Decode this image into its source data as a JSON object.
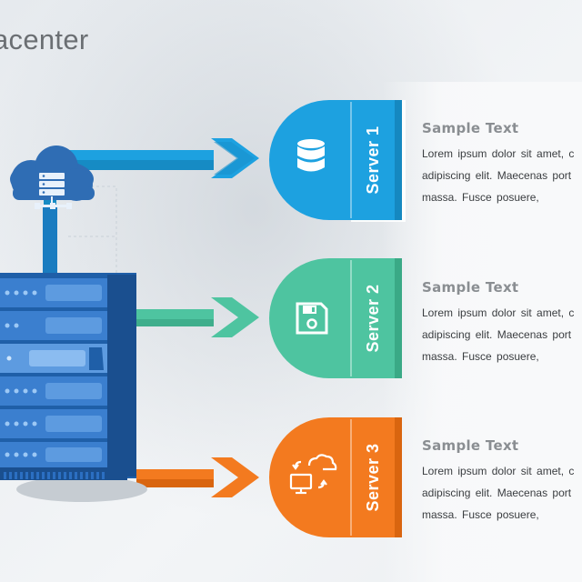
{
  "slide": {
    "title": "acenter"
  },
  "servers": [
    {
      "label": "Server 1",
      "icon": "database-icon",
      "color": "#1da1e0",
      "heading": "Sample Text",
      "body_lines": [
        "Lorem ipsum dolor sit amet, c",
        "adipiscing elit. Maecenas port",
        "massa. Fusce posuere,"
      ]
    },
    {
      "label": "Server 2",
      "icon": "floppy-disk-icon",
      "color": "#4ec4a0",
      "heading": "Sample Text",
      "body_lines": [
        "Lorem ipsum dolor sit amet, c",
        "adipiscing elit. Maecenas port",
        "massa. Fusce posuere,"
      ]
    },
    {
      "label": "Server 3",
      "icon": "computer-sync-icon",
      "color": "#f37a1f",
      "heading": "Sample Text",
      "body_lines": [
        "Lorem ipsum dolor sit amet, c",
        "adipiscing elit. Maecenas port",
        "massa. Fusce posuere,"
      ]
    }
  ],
  "colors": {
    "rack_dark": "#1f5fa8",
    "rack_mid": "#3b7fcf",
    "rack_light": "#5d9be0",
    "cloud": "#2f6db4"
  }
}
